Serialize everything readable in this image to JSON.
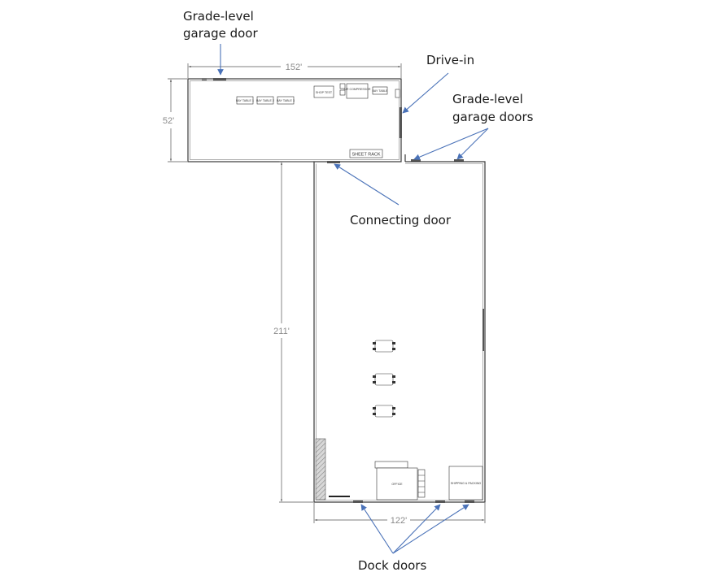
{
  "callouts": {
    "grade_level_top_line1": "Grade-level",
    "grade_level_top_line2": "garage door",
    "drive_in": "Drive-in",
    "grade_level_right_line1": "Grade-level",
    "grade_level_right_line2": "garage doors",
    "connecting_door": "Connecting door",
    "dock_doors": "Dock doors"
  },
  "dimensions": {
    "top_width": "152'",
    "top_height": "52'",
    "main_height": "211'",
    "main_width": "122'"
  },
  "plan_labels": {
    "machine_1": "BAY TABLE 1",
    "machine_2": "BAY TABLE 2",
    "machine_3": "BAY TABLE 3",
    "center_box": "SHOP TEST",
    "label_box": "AIR COMPRESSOR",
    "right_box": "BAY TABLE",
    "sheet_label": "SHEET RACK",
    "office": "OFFICE",
    "shipping": "SHIPPING & PACKING"
  },
  "colors": {
    "arrow": "#4a72b8",
    "wall": "#3a3a3a",
    "hatch": "#9a9a9a"
  }
}
